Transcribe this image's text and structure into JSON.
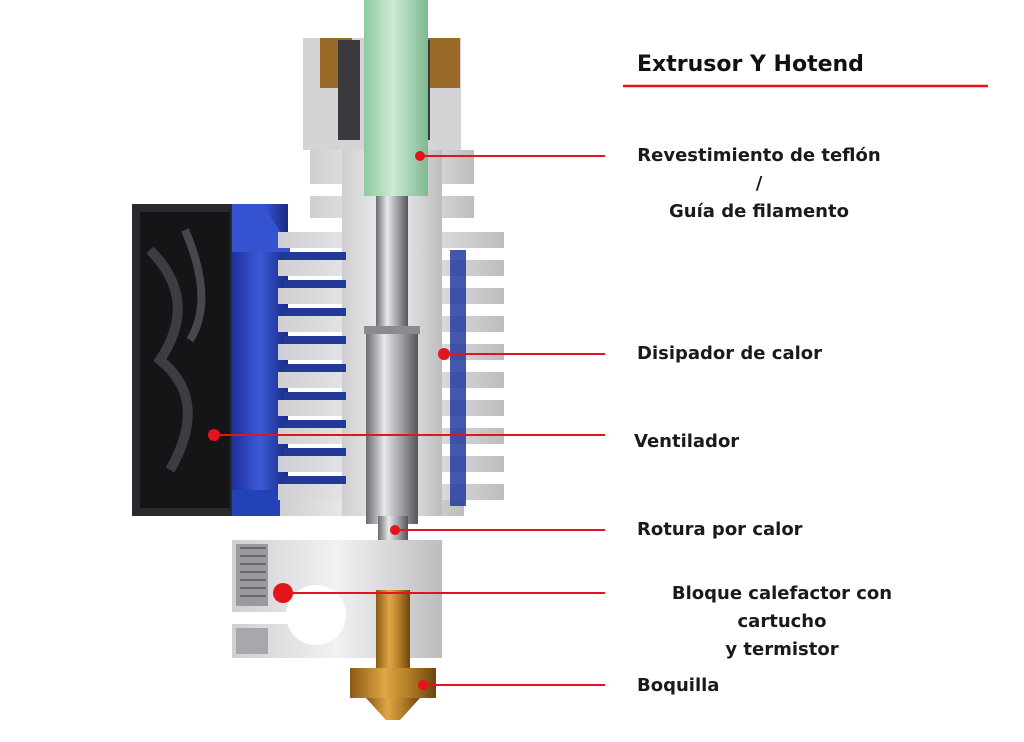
{
  "title": "Extrusor Y Hotend",
  "accent_color": "#e3141b",
  "labels": {
    "teflon": {
      "line1": "Revestimiento de teflón /",
      "line2": "Guía de filamento"
    },
    "heatsink": {
      "text": "Disipador de calor"
    },
    "fan": {
      "text": "Ventilador"
    },
    "heatbreak": {
      "text": "Rotura por calor"
    },
    "heater_block": {
      "line1": "Bloque calefactor con cartucho",
      "line2": "y termistor"
    },
    "nozzle": {
      "text": "Boquilla"
    }
  }
}
